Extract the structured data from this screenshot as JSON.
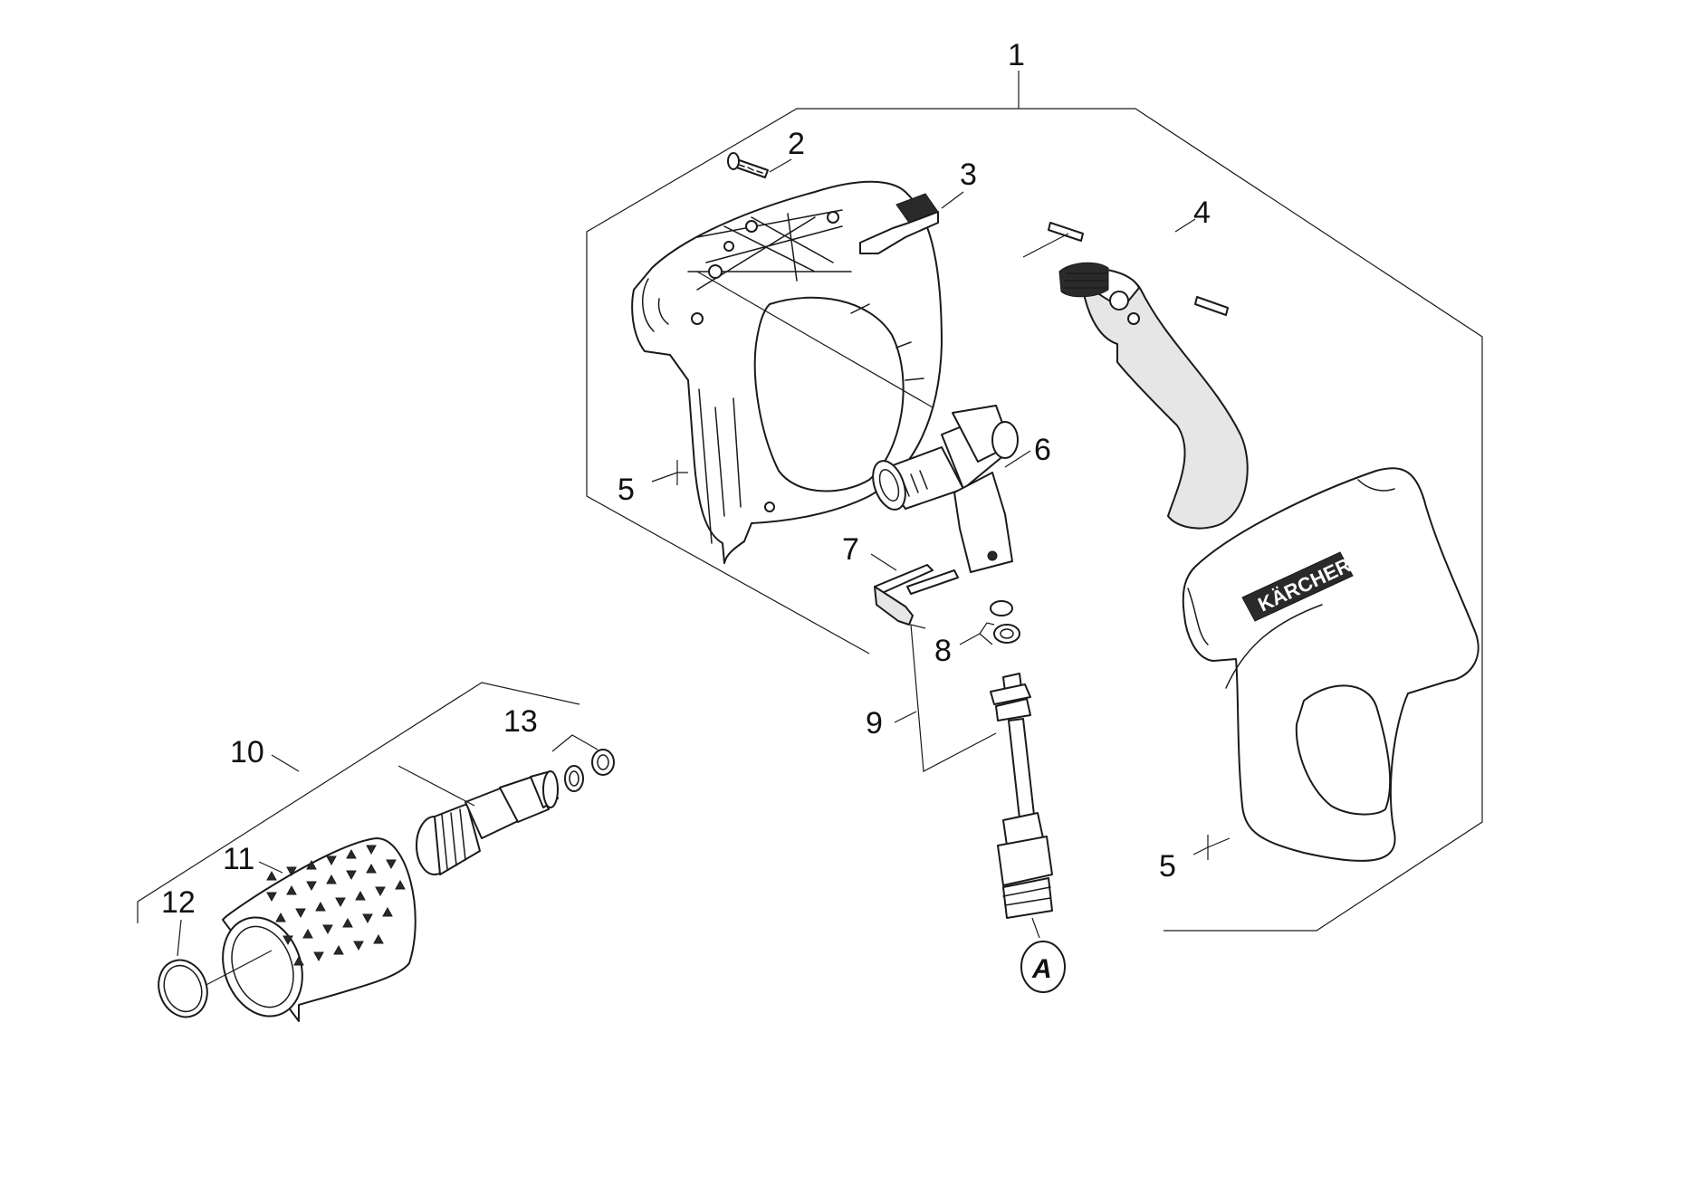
{
  "callouts": {
    "c1": "1",
    "c2": "2",
    "c3": "3",
    "c4": "4",
    "c5a": "5",
    "c5b": "5",
    "c6": "6",
    "c7": "7",
    "c8": "8",
    "c9": "9",
    "c10": "10",
    "c11": "11",
    "c12": "12",
    "c13": "13",
    "connector": "A"
  },
  "brand_text": "KÄRCHER",
  "colors": {
    "line": "#1a1a1a",
    "background": "#ffffff",
    "shade": "#e6e6e6"
  }
}
